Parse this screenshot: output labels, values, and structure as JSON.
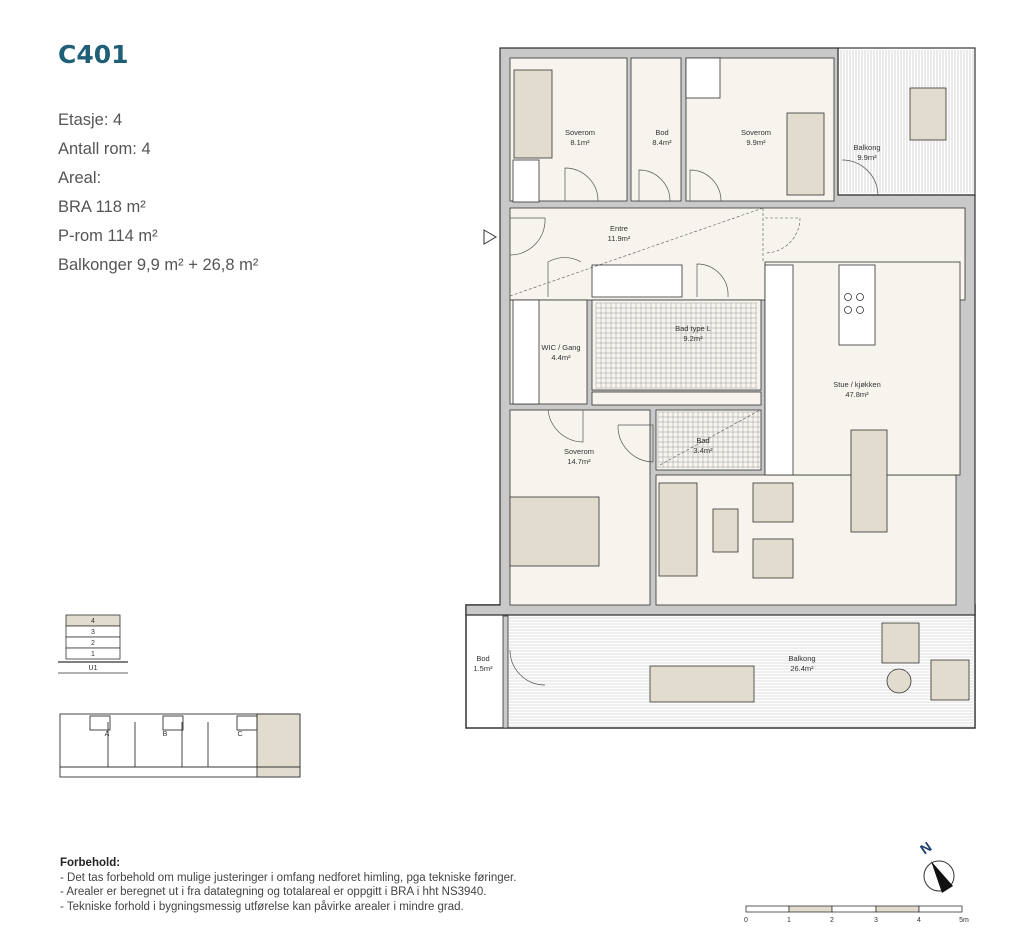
{
  "unit": {
    "title": "C401",
    "floor": "Etasje: 4",
    "rooms": "Antall rom: 4",
    "area_label": "Areal:",
    "bra": "BRA 118 m²",
    "prom": "P-rom 114 m²",
    "balconies": "Balkonger 9,9 m² + 26,8 m²"
  },
  "plan": {
    "rooms": [
      {
        "name": "Soverom",
        "area": "8.1m²"
      },
      {
        "name": "Bod",
        "area": "8.4m²"
      },
      {
        "name": "Soverom",
        "area": "9.9m²"
      },
      {
        "name": "Balkong",
        "area": "9.9m²"
      },
      {
        "name": "Entre",
        "area": "11.9m²"
      },
      {
        "name": "Bad type L",
        "area": "9.2m²"
      },
      {
        "name": "WIC / Gang",
        "area": "4.4m²"
      },
      {
        "name": "Stue / kjøkken",
        "area": "47.8m²"
      },
      {
        "name": "Soverom",
        "area": "14.7m²"
      },
      {
        "name": "Bad",
        "area": "3.4m²"
      },
      {
        "name": "Bod",
        "area": "1.5m²"
      },
      {
        "name": "Balkong",
        "area": "26.4m²"
      }
    ]
  },
  "floor_key": {
    "levels": [
      "4",
      "3",
      "2",
      "1",
      "U1"
    ],
    "selected": "4"
  },
  "site_key": {
    "stairs": [
      "A",
      "B",
      "C"
    ]
  },
  "notes": {
    "heading": "Forbehold:",
    "items": [
      "- Det tas forbehold om mulige justeringer i omfang nedforet himling, pga tekniske føringer.",
      "- Arealer er beregnet ut i fra datategning og totalareal er oppgitt i BRA i hht NS3940.",
      "- Tekniske forhold i bygningsmessig utførelse kan påvirke arealer i mindre grad."
    ]
  },
  "compass": {
    "label": "N"
  },
  "scale": {
    "ticks": [
      "0",
      "1",
      "2",
      "3",
      "4",
      "5m"
    ]
  },
  "colors": {
    "title": "#1f5f78",
    "floor": "#f7f4ee",
    "wall": "#c9c9c9",
    "furniture": "#e2dccf"
  }
}
